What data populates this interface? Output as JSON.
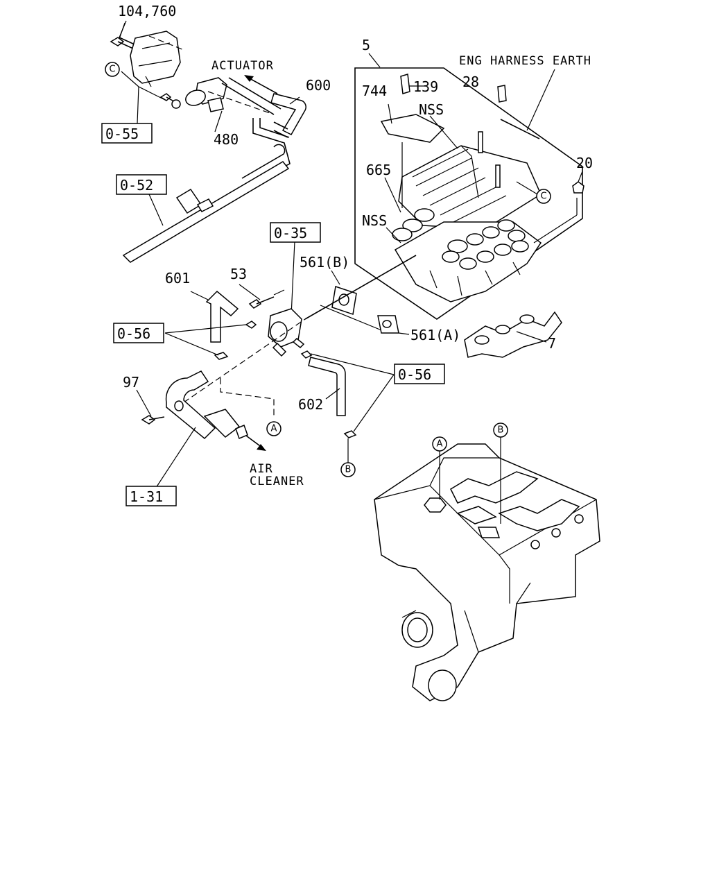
{
  "labels": {
    "p104_760": "104,760",
    "p5": "5",
    "actuator": "ACTUATOR",
    "p600": "600",
    "p480": "480",
    "p744": "744",
    "p139": "139",
    "nss_top": "NSS",
    "eng_harness_earth": "ENG HARNESS EARTH",
    "p28": "28",
    "p20": "20",
    "p665": "665",
    "nss_mid": "NSS",
    "p561b": "561(B)",
    "p561a": "561(A)",
    "p601": "601",
    "p53": "53",
    "p7": "7",
    "p97": "97",
    "p602": "602",
    "air": "AIR",
    "cleaner": "CLEANER"
  },
  "refs": {
    "r0_55": "0-55",
    "r0_52": "0-52",
    "r0_35": "0-35",
    "r0_56_left": "0-56",
    "r0_56_right": "0-56",
    "r1_31": "1-31"
  },
  "connectors": {
    "c_left": "C",
    "c_right": "C",
    "a_lower": "A",
    "b_lower": "B",
    "a_engine": "A",
    "b_engine": "B"
  }
}
